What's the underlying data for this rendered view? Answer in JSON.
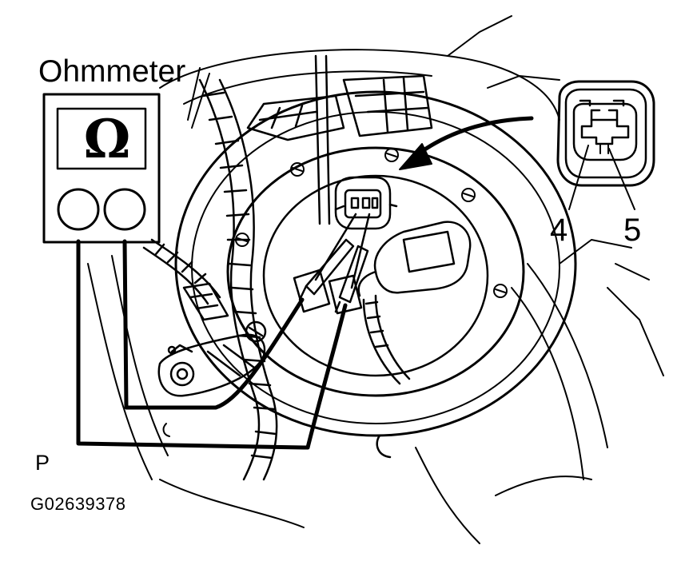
{
  "figure": {
    "meter_label": "Ohmmeter",
    "meter_symbol": "Ω",
    "terminal_labels": [
      "4",
      "5"
    ],
    "corner_mark": "P",
    "figure_code": "G02639378"
  },
  "icons": {
    "meter": "ohmmeter-icon",
    "connector": "fuel-pump-connector-icon",
    "arrow": "callout-arrow-icon"
  },
  "colors": {
    "ink": "#000000",
    "paper": "#ffffff"
  }
}
